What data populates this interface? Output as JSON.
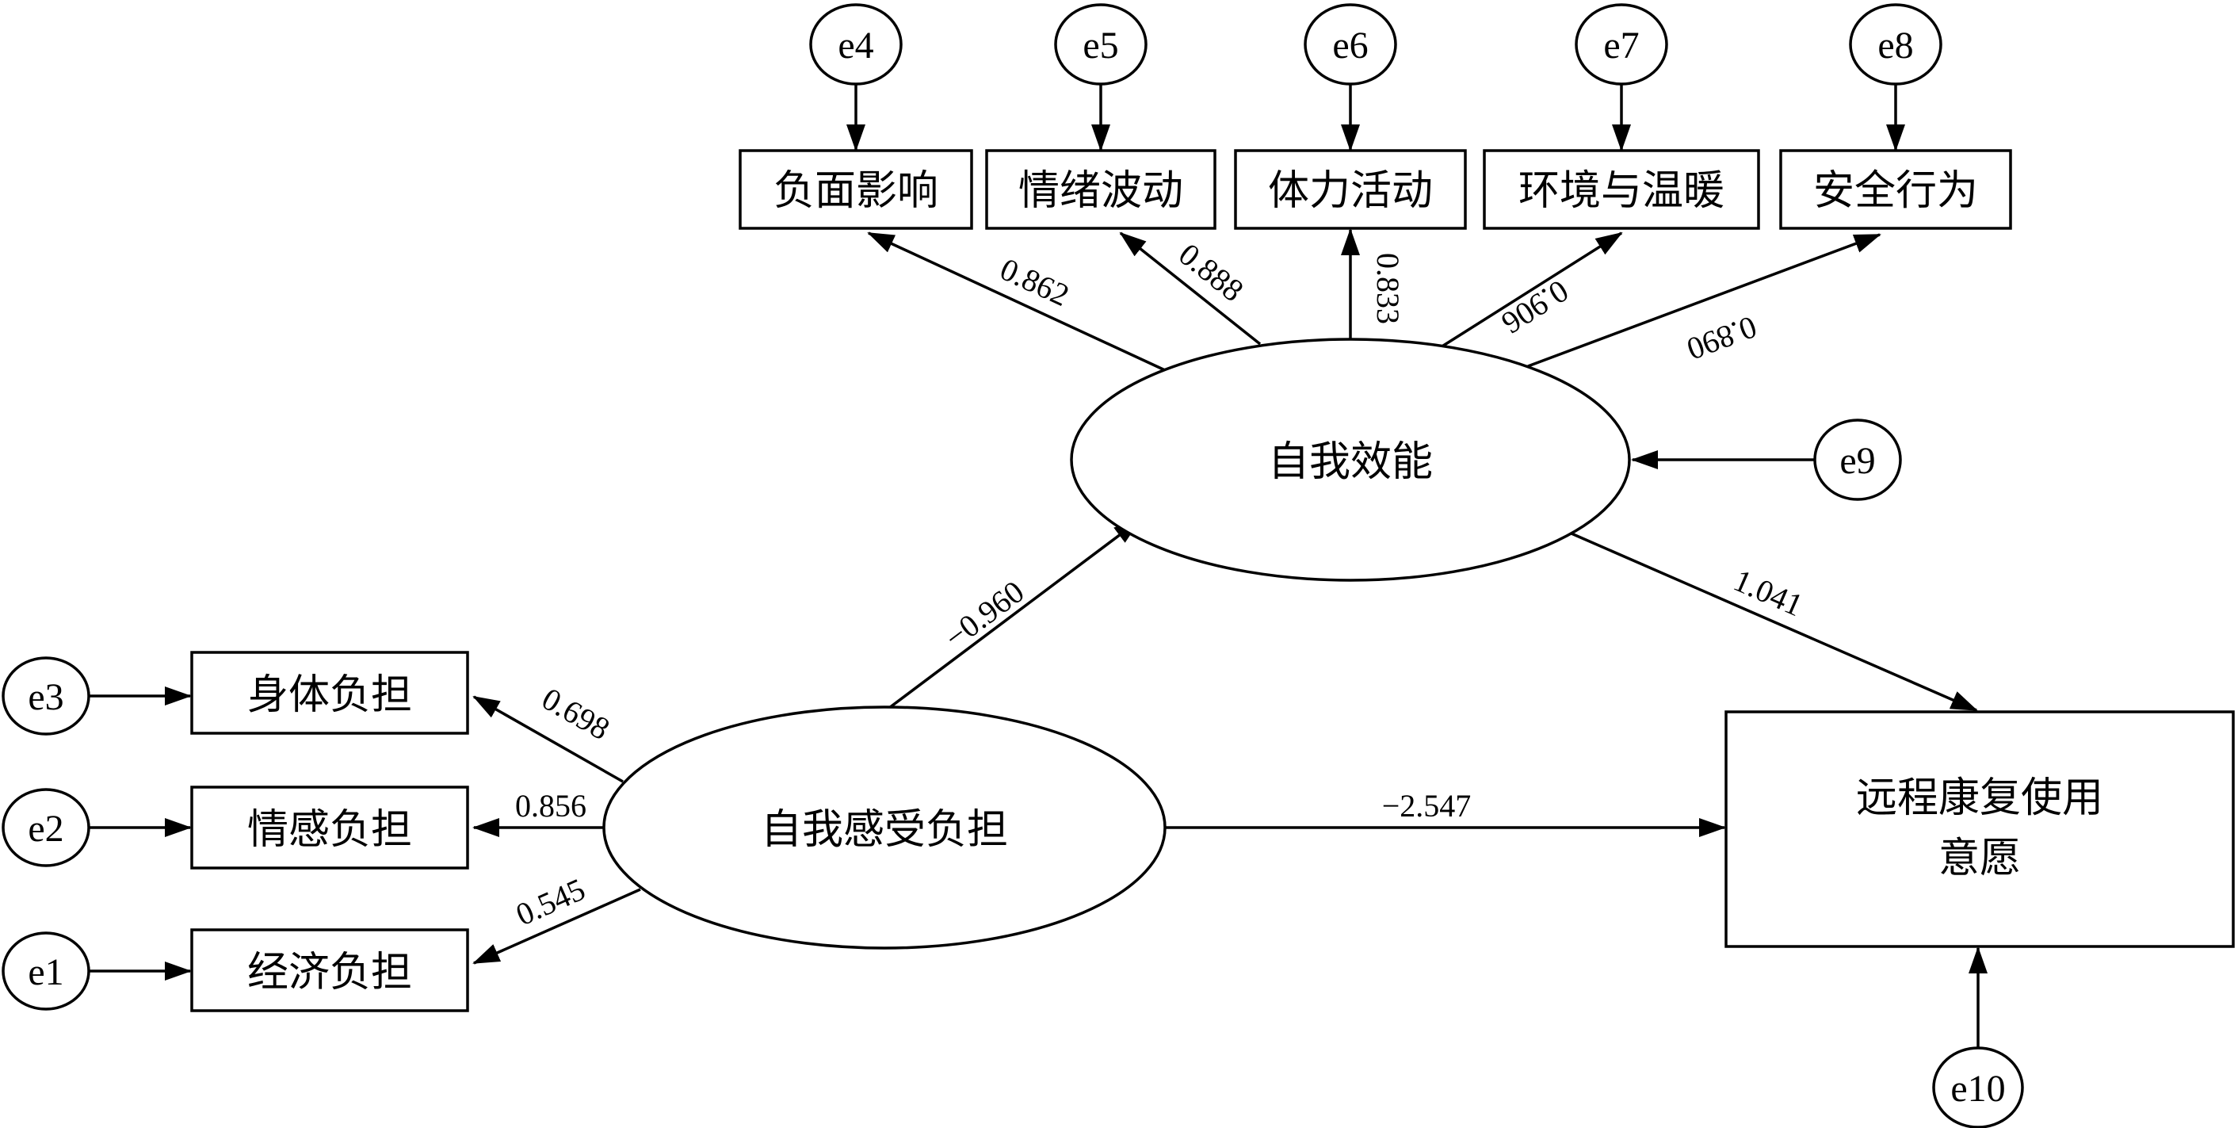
{
  "observed_top": [
    "负面影响",
    "情绪波动",
    "体力活动",
    "环境与温暖",
    "安全行为"
  ],
  "observed_left": [
    "身体负担",
    "情感负担",
    "经济负担"
  ],
  "latent": {
    "self_efficacy": "自我效能",
    "self_burden": "自我感受负担"
  },
  "outcome": {
    "line1": "远程康复使用",
    "line2": "意愿"
  },
  "errors": {
    "e1": "e1",
    "e2": "e2",
    "e3": "e3",
    "e4": "e4",
    "e5": "e5",
    "e6": "e6",
    "e7": "e7",
    "e8": "e8",
    "e9": "e9",
    "e10": "e10"
  },
  "coefficients": {
    "efficacy_to_top": [
      "0.862",
      "0.888",
      "0.833",
      "0.906",
      "0.890"
    ],
    "burden_to_left": [
      "0.698",
      "0.856",
      "0.545"
    ],
    "burden_to_efficacy": "−0.960",
    "efficacy_to_outcome": "1.041",
    "burden_to_outcome": "−2.547"
  }
}
